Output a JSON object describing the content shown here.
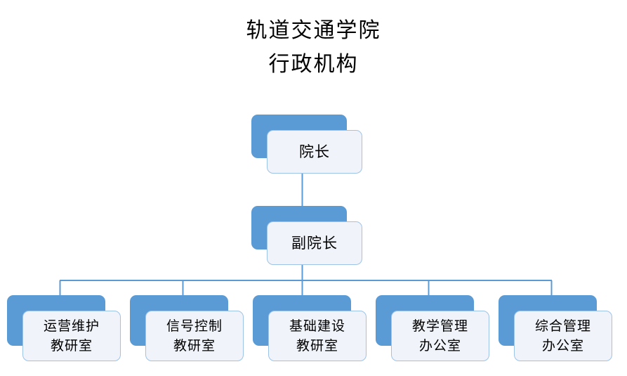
{
  "chart_data": {
    "type": "diagram",
    "diagram_type": "organization-chart",
    "title": "轨道交通学院 行政机构",
    "orientation": "top-down",
    "levels": 3,
    "nodes": [
      {
        "id": "n1",
        "label": "院长",
        "level": 1,
        "parent": null
      },
      {
        "id": "n2",
        "label": "副院长",
        "level": 2,
        "parent": "n1"
      },
      {
        "id": "n3",
        "label": "运营维护教研室",
        "level": 3,
        "parent": "n2"
      },
      {
        "id": "n4",
        "label": "信号控制教研室",
        "level": 3,
        "parent": "n2"
      },
      {
        "id": "n5",
        "label": "基础建设教研室",
        "level": 3,
        "parent": "n2"
      },
      {
        "id": "n6",
        "label": "教学管理办公室",
        "level": 3,
        "parent": "n2"
      },
      {
        "id": "n7",
        "label": "综合管理办公室",
        "level": 3,
        "parent": "n2"
      }
    ]
  },
  "title": {
    "line1": "轨道交通学院",
    "line2": "行政机构"
  },
  "colors": {
    "node_shadow": "#5B9BD5",
    "node_fill": "#F0F4FA",
    "node_border": "#9DC3E6",
    "connector": "#5B9BD5",
    "text": "#000000",
    "background": "#FFFFFF"
  },
  "nodes": {
    "director": {
      "label": "院长"
    },
    "vice_director": {
      "label": "副院长"
    },
    "departments": [
      {
        "line1": "运营维护",
        "line2": "教研室"
      },
      {
        "line1": "信号控制",
        "line2": "教研室"
      },
      {
        "line1": "基础建设",
        "line2": "教研室"
      },
      {
        "line1": "教学管理",
        "line2": "办公室"
      },
      {
        "line1": "综合管理",
        "line2": "办公室"
      }
    ]
  }
}
